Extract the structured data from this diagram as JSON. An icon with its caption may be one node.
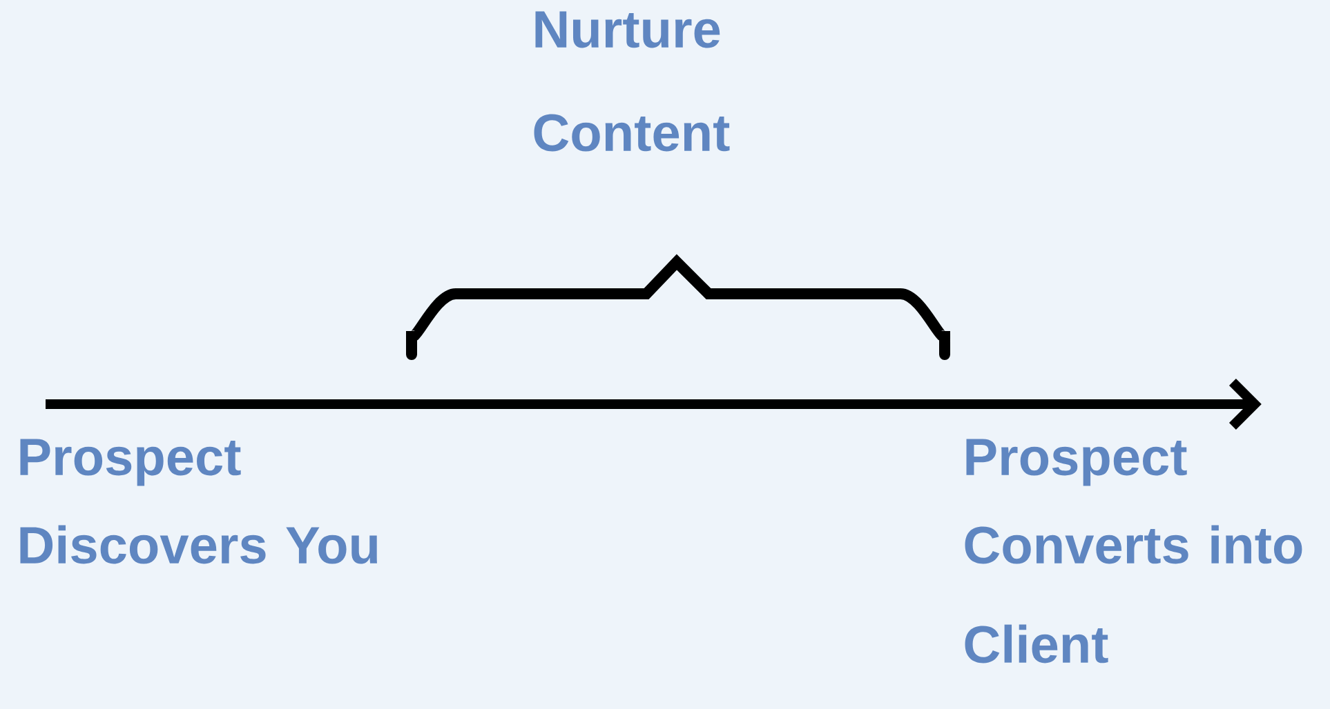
{
  "diagram": {
    "nodes": [
      {
        "text": [
          "Prospect Discovers You"
        ]
      },
      {
        "text": [
          "Prospect Converts into Client"
        ]
      }
    ],
    "edges": [
      {
        "from": 0,
        "to": 1,
        "arrow": "to"
      }
    ],
    "labels": [
      "Nurture Content"
    ]
  }
}
